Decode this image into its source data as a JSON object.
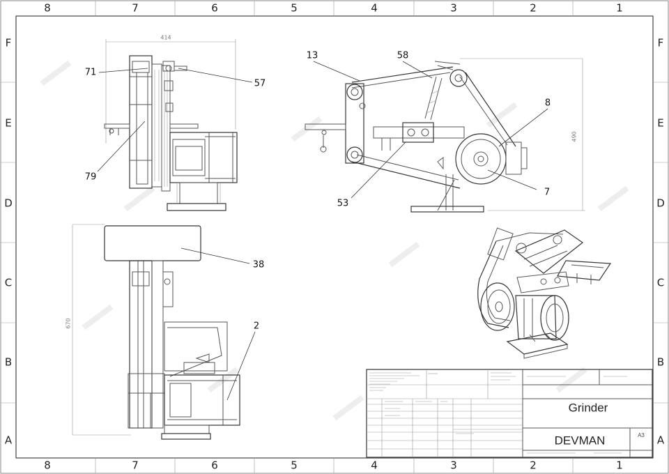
{
  "zones": {
    "columns": [
      "8",
      "7",
      "6",
      "5",
      "4",
      "3",
      "2",
      "1"
    ],
    "rows": [
      "F",
      "E",
      "D",
      "C",
      "B",
      "A"
    ]
  },
  "dimensions": {
    "side_top_width": "414",
    "main_height": "490",
    "front_height": "670"
  },
  "callouts": {
    "c71": "71",
    "c57": "57",
    "c79": "79",
    "c13": "13",
    "c58": "58",
    "c8": "8",
    "c7": "7",
    "c53": "53",
    "c38": "38",
    "c2": "2"
  },
  "title_block": {
    "title": "Grinder",
    "company": "DEVMAN",
    "sheet_size": "A3"
  }
}
